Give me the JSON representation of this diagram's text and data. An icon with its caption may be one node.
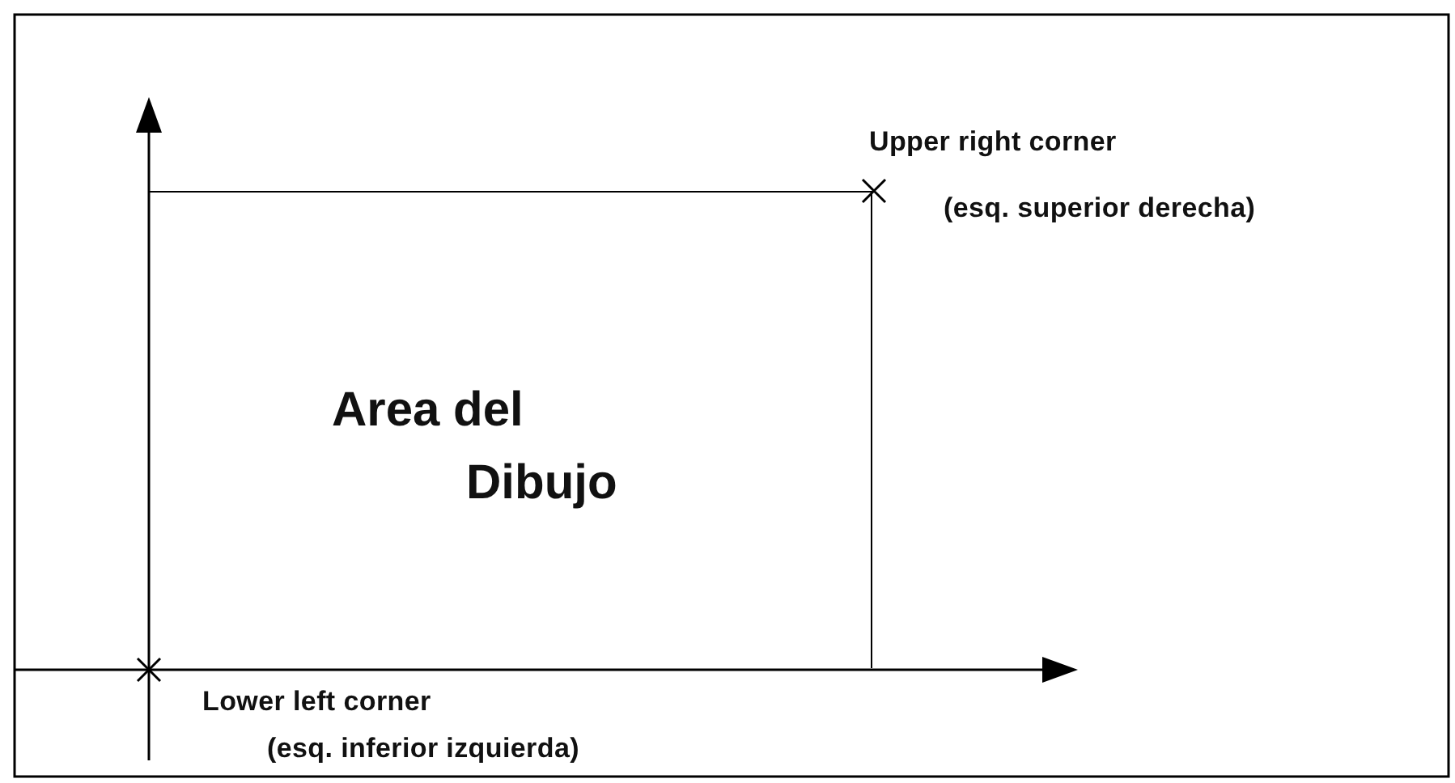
{
  "diagram": {
    "nodes": [
      {
        "text": [
          "Area del Dibujo"
        ]
      }
    ],
    "labels": [
      "Upper right corner",
      "(esq. superior derecha)",
      "Lower left corner",
      "(esq. inferior izquierda)"
    ]
  }
}
